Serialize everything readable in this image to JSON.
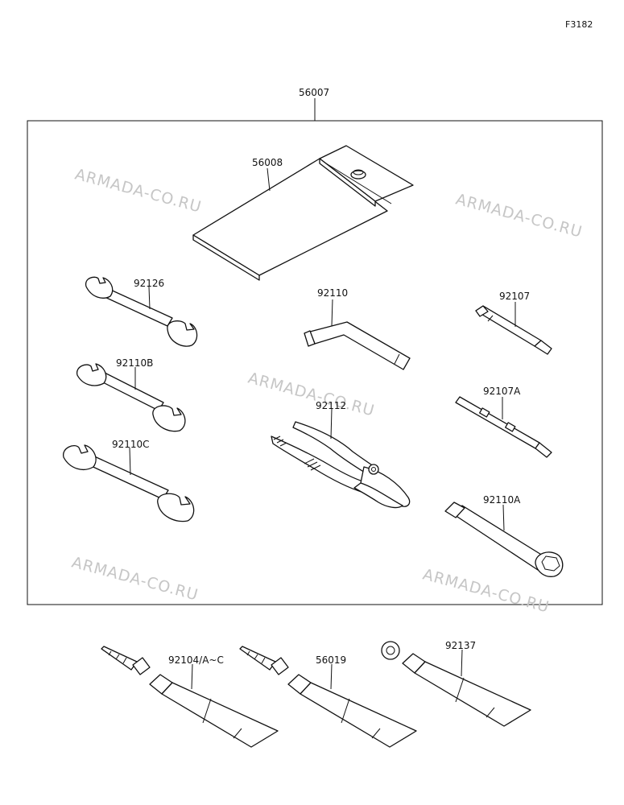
{
  "figure_code": "F3182",
  "watermark": "ARMADA-CO.RU",
  "parts": {
    "kit": "56007",
    "pouch": "56008",
    "wrench_92126": "92126",
    "wrench_92110b": "92110B",
    "wrench_92110c": "92110C",
    "hex_key": "92110",
    "screwdriver": "92107",
    "screwdriver_double": "92107A",
    "pliers": "92112",
    "box_wrench": "92110A",
    "tube_a": "92104/A~C",
    "tube_b": "56019",
    "tube_c": "92137"
  }
}
